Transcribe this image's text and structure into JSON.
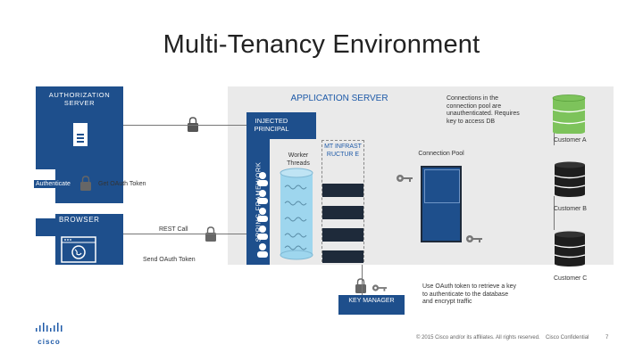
{
  "title": "Multi-Tenancy Environment",
  "authorization_server": "AUTHORIZATION SERVER",
  "application_server": "APPLICATION SERVER",
  "injected_principal": "INJECTED PRINCIPAL",
  "spring_framework": "SPRING FRAMEWORK",
  "worker_threads": "Worker Threads",
  "mt_infrastructure": "MT INFRASTRUCTUR E",
  "connection_pool": "Connection Pool",
  "connections_note": "Connections in the connection pool are unauthenticated. Requires key to access DB",
  "authenticate": "Authenticate",
  "get_oauth_token": "Get OAuth Token",
  "browser": "BROWSER",
  "rest_call": "REST Call",
  "send_oauth_token": "Send OAuth Token",
  "key_manager": "KEY MANAGER",
  "oauth_note": "Use OAuth token to retrieve a key to authenticate to the database and encrypt traffic",
  "customers": [
    "Customer A",
    "Customer B",
    "Customer C"
  ],
  "footer": {
    "copyright": "© 2015 Cisco and/or its affiliates. All rights reserved.",
    "confidential": "Cisco Confidential",
    "page": "7",
    "logo": "cisco"
  },
  "colors": {
    "blue": "#1e4f8c",
    "dark": "#1e2a3a",
    "green": "#7dc35b",
    "lightblue": "#9ed6ee",
    "gray": "#e9e9e9"
  }
}
